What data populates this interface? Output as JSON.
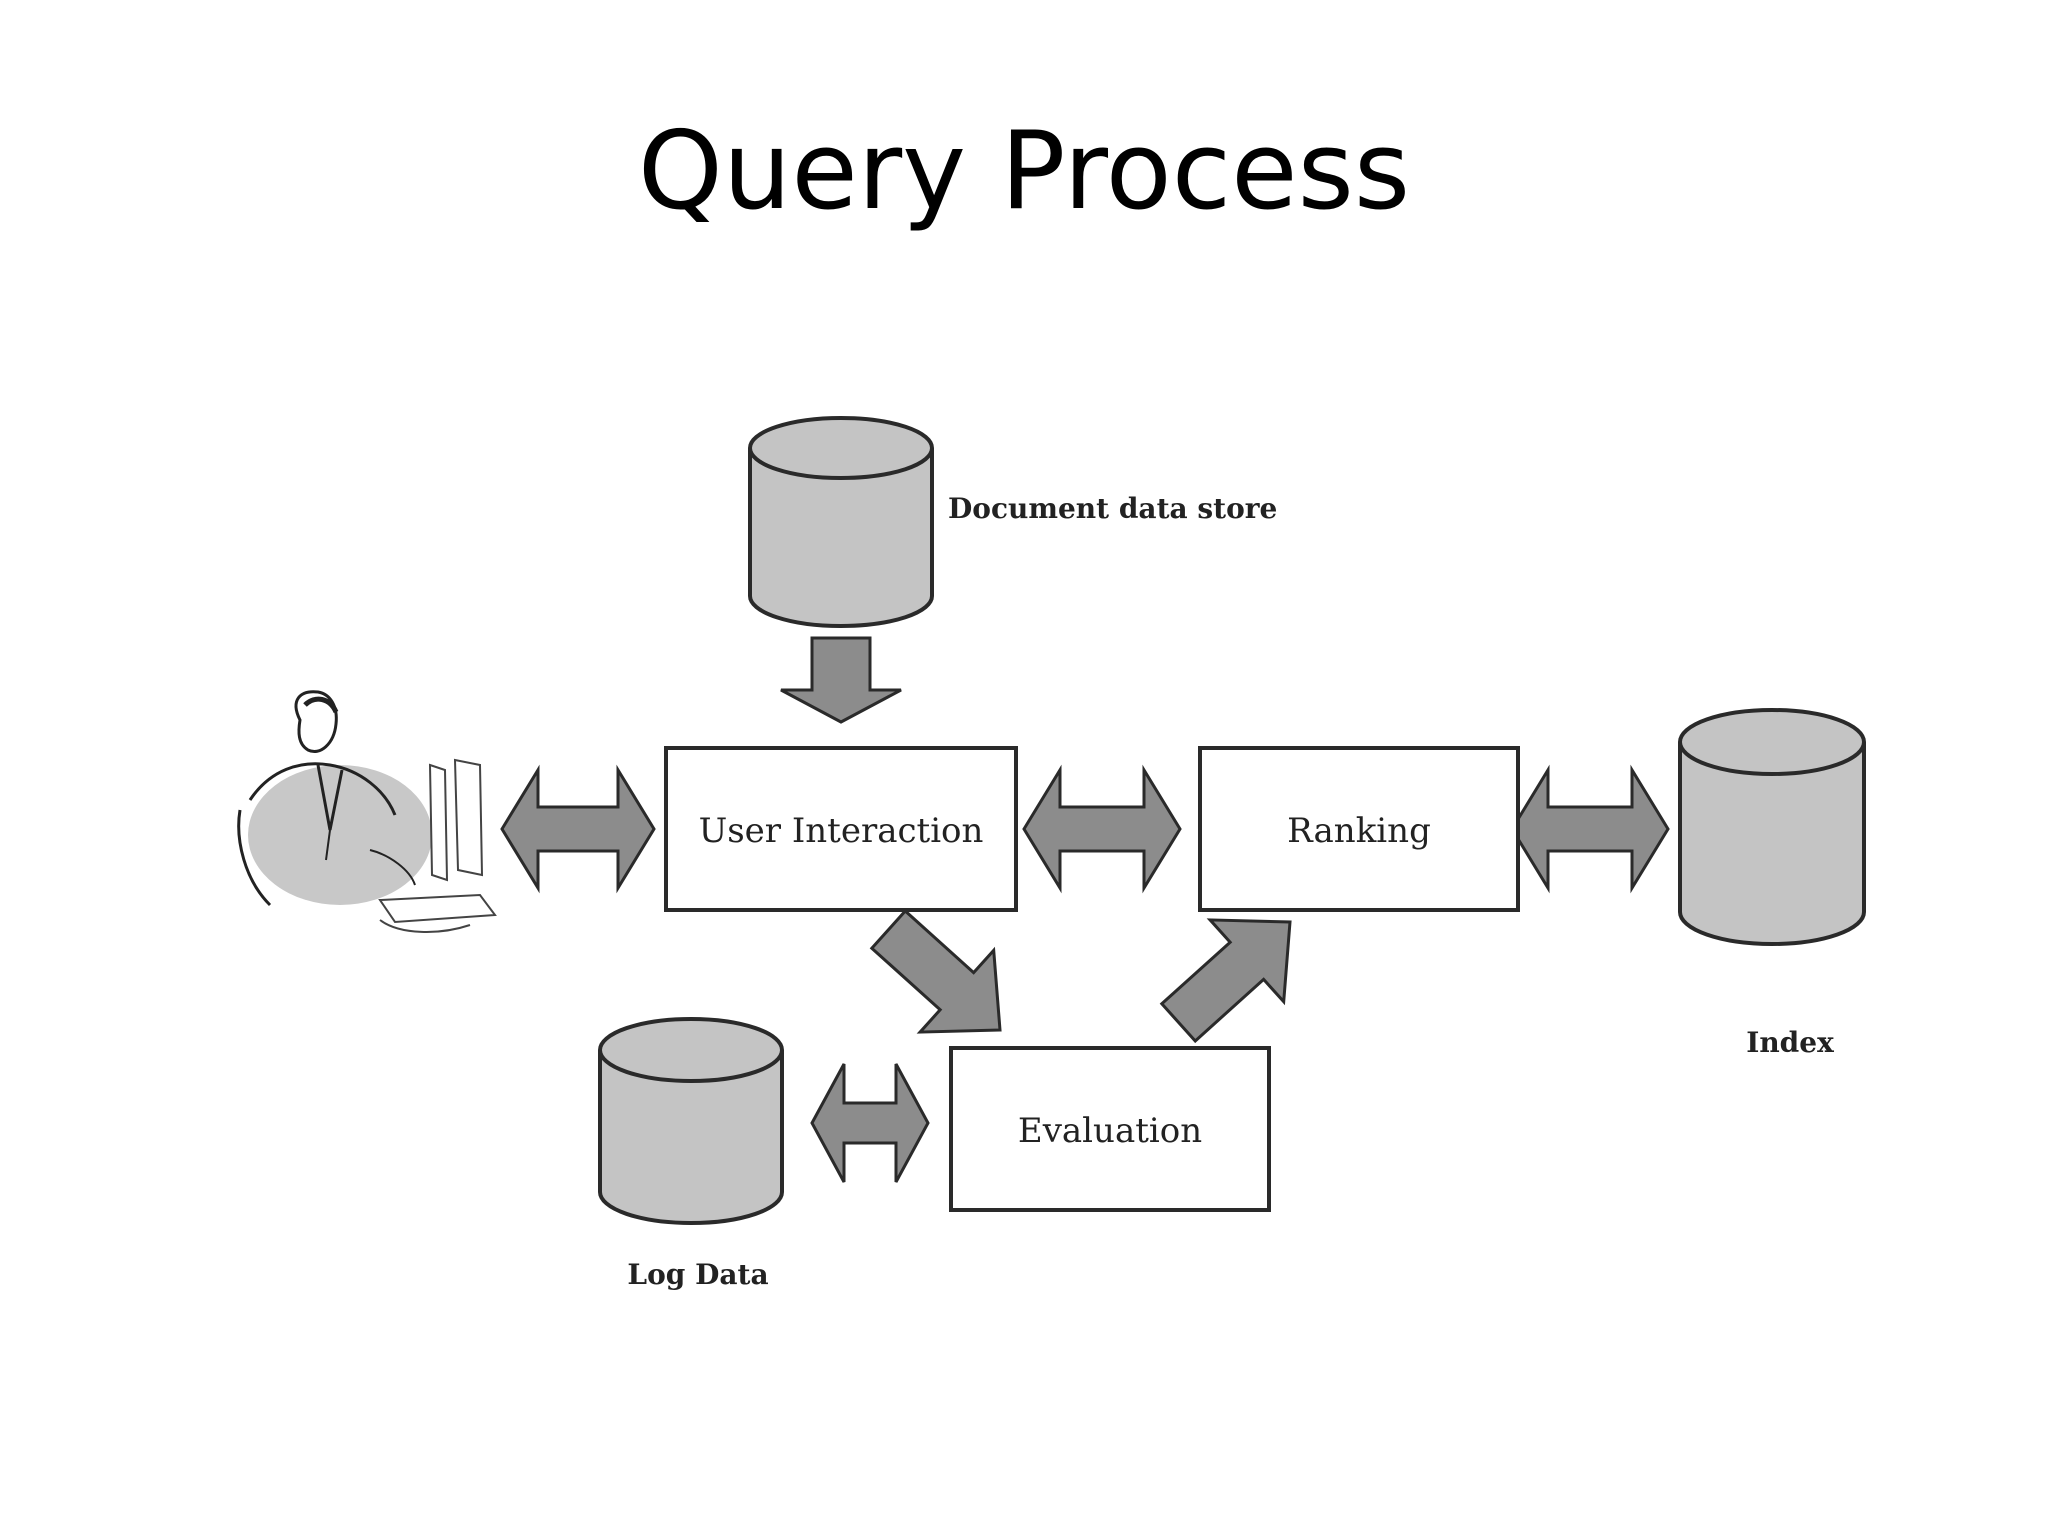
{
  "title": "Query Process",
  "components": {
    "user_interaction": "User Interaction",
    "ranking": "Ranking",
    "evaluation": "Evaluation"
  },
  "stores": {
    "document_data_store": "Document data store",
    "index": "Index",
    "log_data": "Log Data"
  },
  "icons": {
    "user": "user-at-computer-icon",
    "database": "database-cylinder-icon"
  },
  "colors": {
    "arrow_fill": "#8c8c8c",
    "cylinder_fill": "#c4c4c4",
    "stroke": "#2a2a2a",
    "box_fill": "#ffffff"
  }
}
